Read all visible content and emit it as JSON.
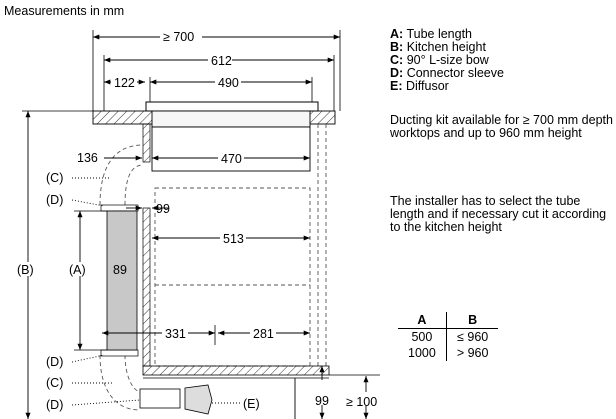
{
  "title": "Measurements in mm",
  "legend": [
    {
      "key": "A",
      "text": "Tube length"
    },
    {
      "key": "B",
      "text": "Kitchen height"
    },
    {
      "key": "C",
      "text": "90° L-size bow"
    },
    {
      "key": "D",
      "text": "Connector sleeve"
    },
    {
      "key": "E",
      "text": "Diffusor"
    }
  ],
  "note1": "Ducting kit available for ≥ 700 mm depth worktops and up to 960 mm height",
  "note2": "The installer has to select the tube length and if necessary cut it according to the kitchen height",
  "table": {
    "headers": [
      "A",
      "B"
    ],
    "rows": [
      [
        "500",
        "≤ 960"
      ],
      [
        "1000",
        "> 960"
      ]
    ]
  },
  "dims": {
    "d700": "≥ 700",
    "d612": "612",
    "d122": "122",
    "d490": "490",
    "d136": "136",
    "d470": "470",
    "d99a": "99",
    "d513": "513",
    "d89": "89",
    "d331": "331",
    "d281": "281",
    "d99b": "99",
    "d100": "≥ 100"
  },
  "labels": {
    "A": "(A)",
    "B": "(B)",
    "C1": "(C)",
    "C2": "(C)",
    "D1": "(D)",
    "D2": "(D)",
    "D3": "(D)",
    "E": "(E)"
  }
}
